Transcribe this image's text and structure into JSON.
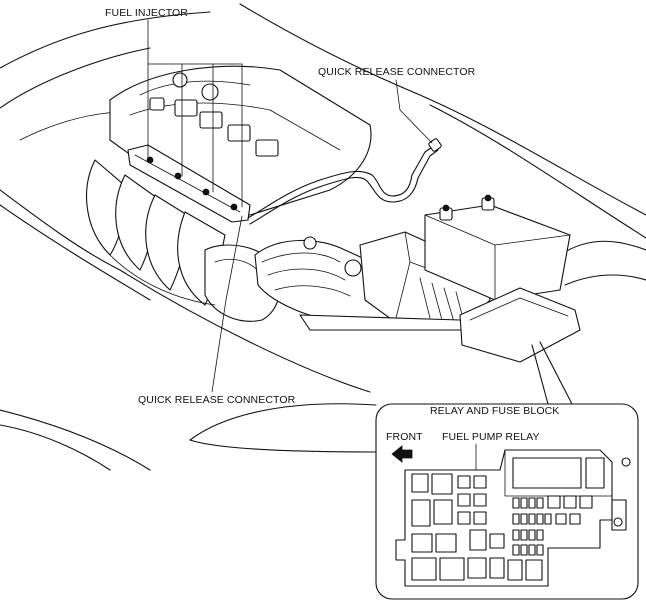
{
  "labels": {
    "fuel_injector": "FUEL INJECTOR",
    "quick_release_connector_top": "QUICK RELEASE CONNECTOR",
    "quick_release_connector_bottom": "QUICK RELEASE CONNECTOR",
    "relay_and_fuse_block": "RELAY AND FUSE BLOCK",
    "front": "FRONT",
    "fuel_pump_relay": "FUEL PUMP RELAY"
  }
}
